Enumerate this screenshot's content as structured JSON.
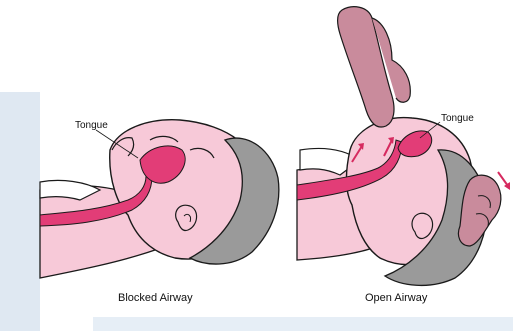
{
  "labels": {
    "tongue_blocked": "Tongue",
    "tongue_open": "Tongue"
  },
  "captions": {
    "blocked": "Blocked Airway",
    "open": "Open Airway"
  },
  "colors": {
    "skin": "#f7c9d8",
    "airway": "#e23d77",
    "hair": "#9a9a9a",
    "outline": "#1a1a1a",
    "background_panel": "#dfe8f2"
  }
}
